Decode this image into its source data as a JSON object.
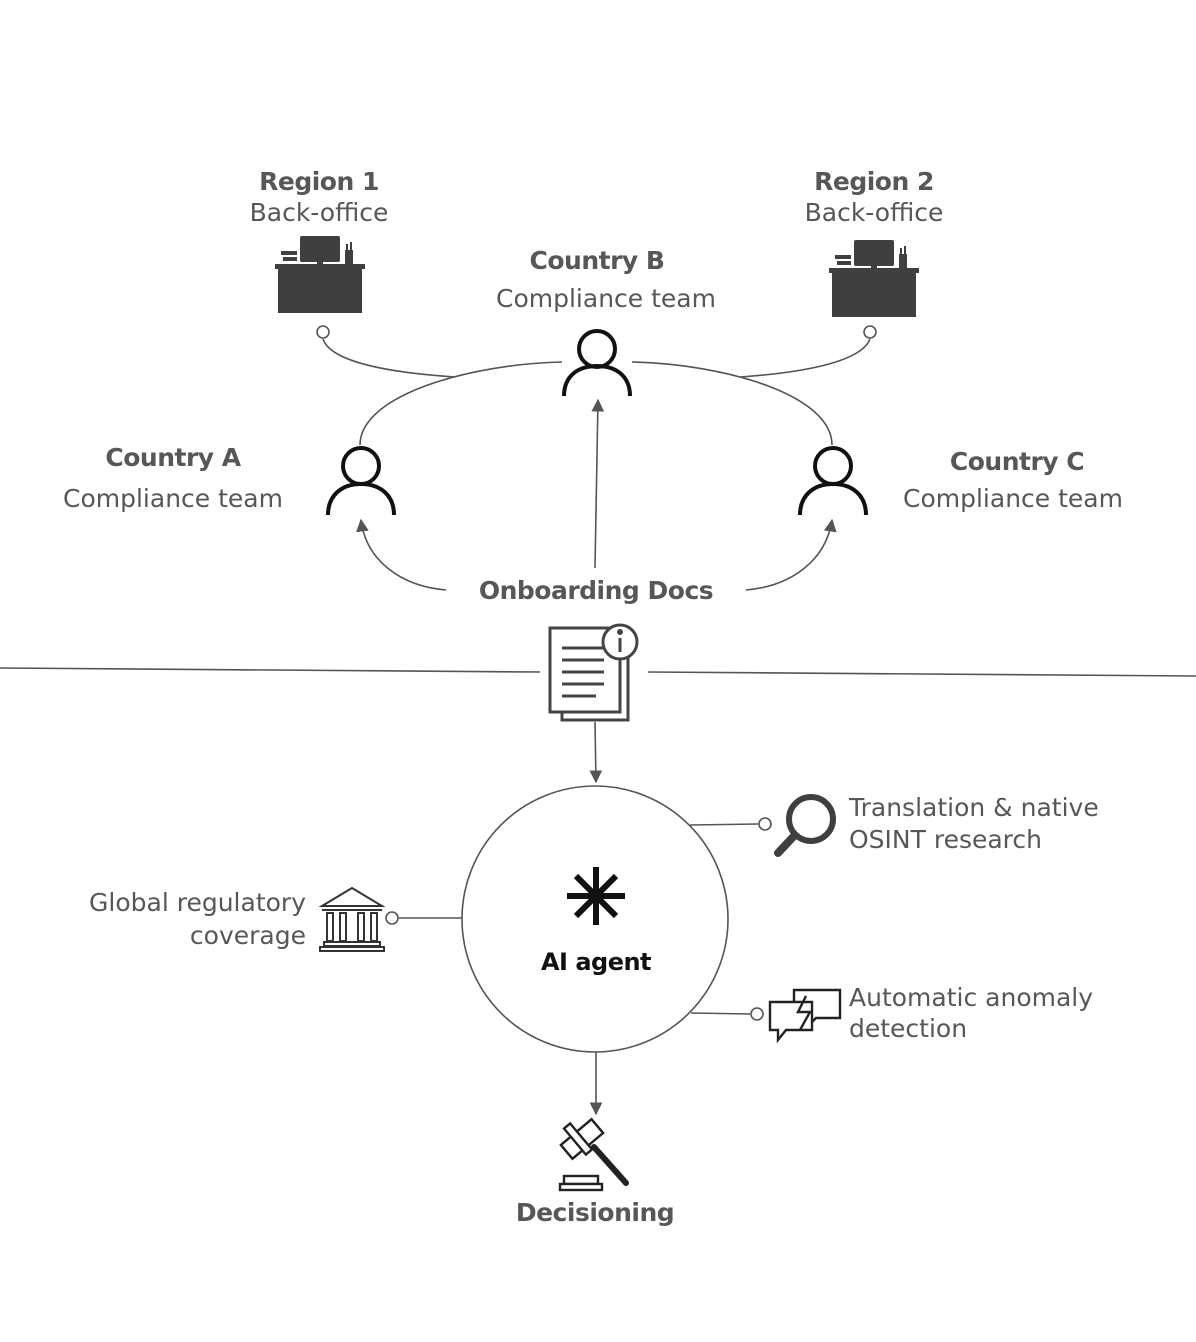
{
  "regions": [
    {
      "title": "Region 1",
      "subtitle": "Back-office",
      "icon": "desk-icon"
    },
    {
      "title": "Region 2",
      "subtitle": "Back-office",
      "icon": "desk-icon"
    }
  ],
  "countries": {
    "a": {
      "title": "Country A",
      "subtitle": "Compliance team",
      "icon": "person-icon"
    },
    "b": {
      "title": "Country B",
      "subtitle": "Compliance team",
      "icon": "person-icon"
    },
    "c": {
      "title": "Country C",
      "subtitle": "Compliance team",
      "icon": "person-icon"
    }
  },
  "docs": {
    "label": "Onboarding Docs",
    "icon": "document-info-icon"
  },
  "agent": {
    "label": "AI agent",
    "icon": "asterisk-icon"
  },
  "features": {
    "translation": {
      "line1": "Translation & native",
      "line2": "OSINT research",
      "icon": "magnifier-icon"
    },
    "regulatory": {
      "line1": "Global regulatory",
      "line2": "coverage",
      "icon": "bank-icon"
    },
    "anomaly": {
      "line1": "Automatic anomaly",
      "line2": "detection",
      "icon": "chat-alert-icon"
    }
  },
  "decision": {
    "label": "Decisioning",
    "icon": "gavel-icon"
  },
  "colors": {
    "line": "#555555",
    "icon": "#3f3f3f",
    "text": "#575757"
  }
}
